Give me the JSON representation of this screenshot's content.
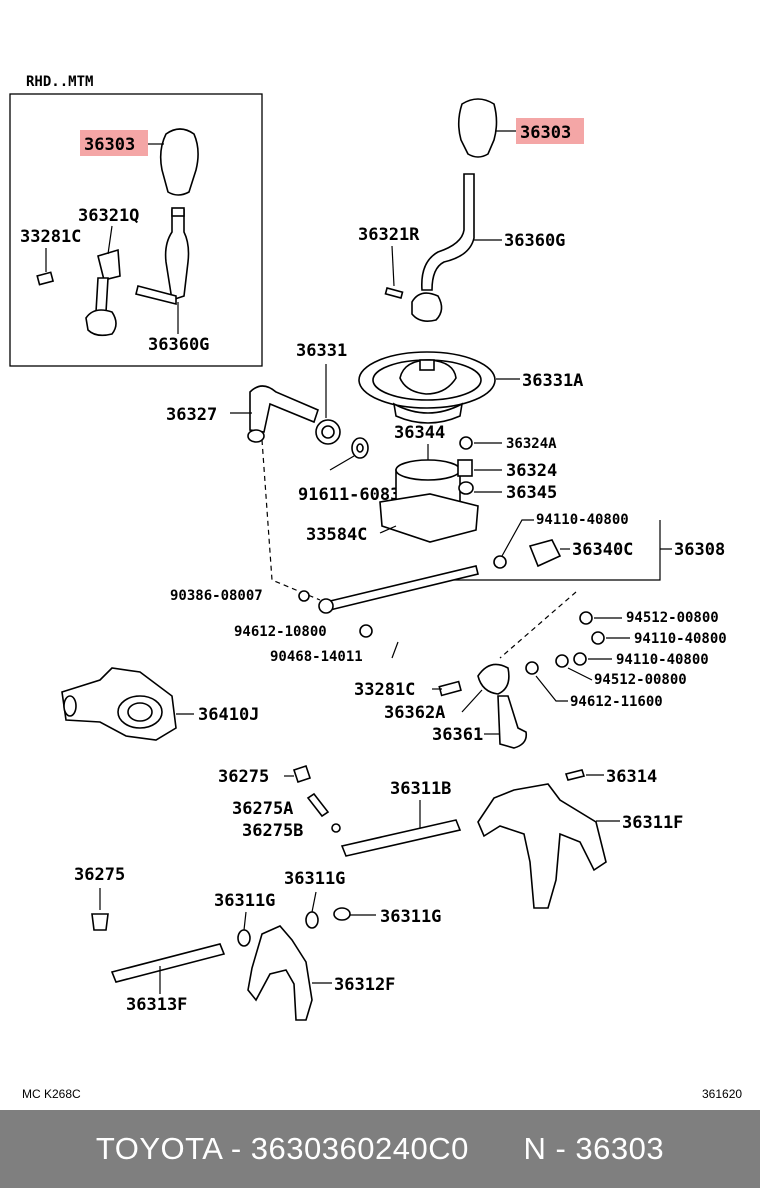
{
  "diagram": {
    "variant_label": "RHD..MTM",
    "ref_left": "MC K268C",
    "ref_right": "361620",
    "parts": [
      {
        "id": "p-36303-inset",
        "text": "36303",
        "highlight": true
      },
      {
        "id": "p-36321q",
        "text": "36321Q"
      },
      {
        "id": "p-33281c-inset",
        "text": "33281C"
      },
      {
        "id": "p-36360g-inset",
        "text": "36360G"
      },
      {
        "id": "p-36303-main",
        "text": "36303",
        "highlight": true
      },
      {
        "id": "p-36321r",
        "text": "36321R"
      },
      {
        "id": "p-36360g-main",
        "text": "36360G"
      },
      {
        "id": "p-36331",
        "text": "36331"
      },
      {
        "id": "p-36331a",
        "text": "36331A"
      },
      {
        "id": "p-36327",
        "text": "36327"
      },
      {
        "id": "p-36344",
        "text": "36344"
      },
      {
        "id": "p-91611",
        "text": "91611-60830(4)"
      },
      {
        "id": "p-36324a",
        "text": "36324A"
      },
      {
        "id": "p-36324",
        "text": "36324"
      },
      {
        "id": "p-36345",
        "text": "36345"
      },
      {
        "id": "p-33584c",
        "text": "33584C"
      },
      {
        "id": "p-94110-top",
        "text": "94110-40800"
      },
      {
        "id": "p-36340c",
        "text": "36340C"
      },
      {
        "id": "p-36308",
        "text": "36308"
      },
      {
        "id": "p-90386",
        "text": "90386-08007"
      },
      {
        "id": "p-94512-a",
        "text": "94512-00800"
      },
      {
        "id": "p-94612-10800",
        "text": "94612-10800"
      },
      {
        "id": "p-94110-b",
        "text": "94110-40800"
      },
      {
        "id": "p-90468",
        "text": "90468-14011"
      },
      {
        "id": "p-94110-c",
        "text": "94110-40800"
      },
      {
        "id": "p-33281c-main",
        "text": "33281C"
      },
      {
        "id": "p-94512-b",
        "text": "94512-00800"
      },
      {
        "id": "p-36362a",
        "text": "36362A"
      },
      {
        "id": "p-94612-11600",
        "text": "94612-11600"
      },
      {
        "id": "p-36410j",
        "text": "36410J"
      },
      {
        "id": "p-36361",
        "text": "36361"
      },
      {
        "id": "p-36275-a",
        "text": "36275"
      },
      {
        "id": "p-36311b",
        "text": "36311B"
      },
      {
        "id": "p-36314",
        "text": "36314"
      },
      {
        "id": "p-36275a",
        "text": "36275A"
      },
      {
        "id": "p-36311f",
        "text": "36311F"
      },
      {
        "id": "p-36275b",
        "text": "36275B"
      },
      {
        "id": "p-36275-b",
        "text": "36275"
      },
      {
        "id": "p-36311g-a",
        "text": "36311G"
      },
      {
        "id": "p-36311g-b",
        "text": "36311G"
      },
      {
        "id": "p-36311g-c",
        "text": "36311G"
      },
      {
        "id": "p-36312f",
        "text": "36312F"
      },
      {
        "id": "p-36313f",
        "text": "36313F"
      }
    ]
  },
  "footer": {
    "caption": "TOYOTA - 3630360240C0      N - 36303"
  },
  "colors": {
    "highlight": "#f4a6a6",
    "footer_bg": "#7f7f7f",
    "footer_text": "#ffffff"
  }
}
